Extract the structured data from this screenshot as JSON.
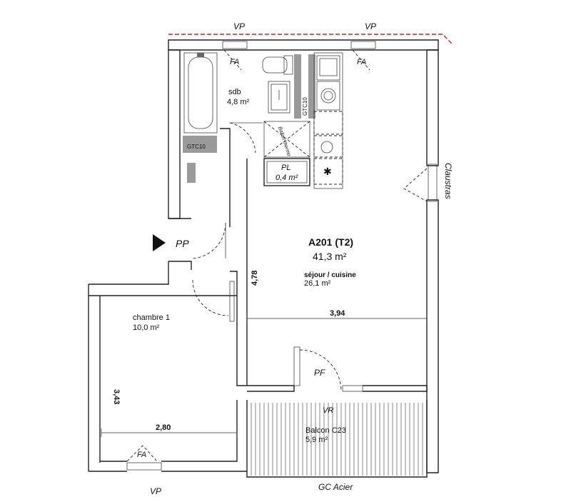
{
  "apartment": {
    "name": "A201 (T2)",
    "area": "41,3 m²"
  },
  "rooms": {
    "sejour": {
      "label": "séjour / cuisine",
      "area": "26,1 m²"
    },
    "sdb": {
      "label": "sdb",
      "area": "4,8 m²"
    },
    "chambre": {
      "label": "chambre 1",
      "area": "10,0 m²"
    },
    "balcon": {
      "label": "Balcon C23",
      "area": "5,9 m²"
    },
    "placard": {
      "label": "PL",
      "area": "0,4 m²"
    }
  },
  "dimensions": {
    "sejour_width": "3,94",
    "sejour_depth": "4,78",
    "chambre_width": "2,80",
    "chambre_depth": "3,43"
  },
  "annotations": {
    "vp_1": "VP",
    "vp_2": "VP",
    "vp_3": "VP",
    "fa_1": "FA",
    "fa_2": "FA",
    "fa_3": "FA",
    "pp": "PP",
    "pf": "PF",
    "vr": "VR",
    "claustras": "Claustras",
    "gc_acier": "GC Acier",
    "gtc_1": "GTC10",
    "gtc_2": "GTC10",
    "ballon": "Ballon thermo"
  },
  "colors": {
    "facade_line": "#cc2222",
    "wall": "#222222",
    "fixture_grey": "#9a9a9a"
  }
}
